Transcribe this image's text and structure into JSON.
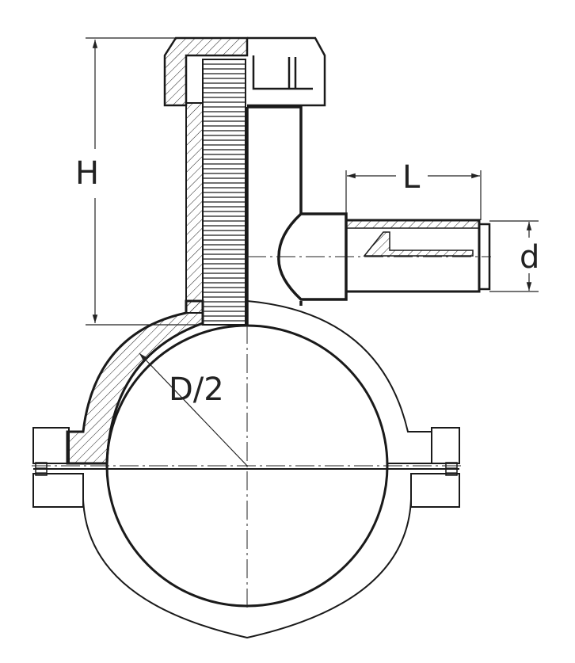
{
  "labels": {
    "height": "H",
    "outlet_length": "L",
    "outlet_diameter": "d",
    "pipe_radius": "D/2"
  },
  "colors": {
    "line": "#1a1a1a",
    "background": "#ffffff"
  }
}
